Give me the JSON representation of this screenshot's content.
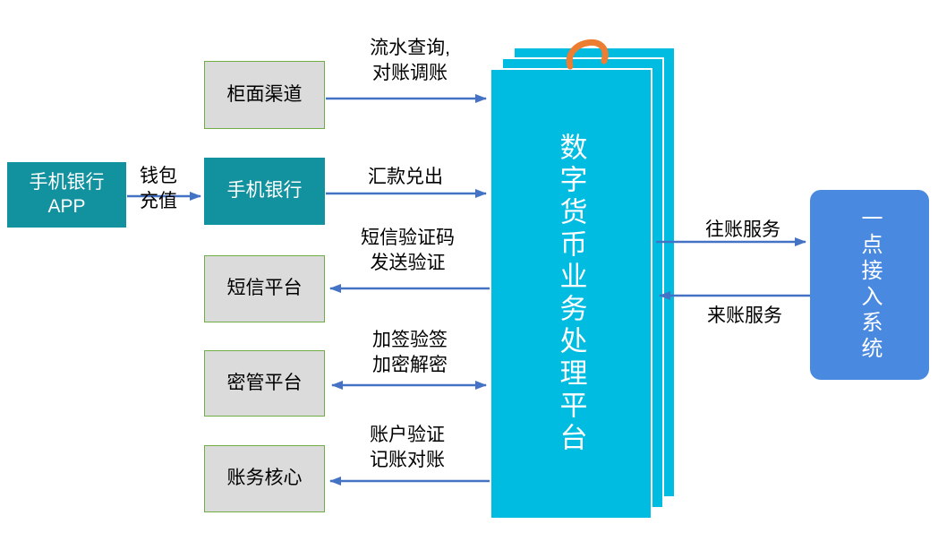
{
  "nodes": {
    "mobile_app": {
      "label": "手机银行\nAPP"
    },
    "counter_channel": {
      "label": "柜面渠道"
    },
    "mobile_banking": {
      "label": "手机银行"
    },
    "sms_platform": {
      "label": "短信平台"
    },
    "key_management": {
      "label": "密管平台"
    },
    "accounting_core": {
      "label": "账务核心"
    },
    "platform": {
      "label": "数字货币业务处理平台"
    },
    "access_system": {
      "label": "一点接入系统"
    }
  },
  "edges": {
    "wallet_topup": {
      "label": "钱包\n充值",
      "from": "mobile_app",
      "to": "mobile_banking",
      "direction": "one-way"
    },
    "flow_query": {
      "label": "流水查询,\n对账调账",
      "from": "counter_channel",
      "to": "platform",
      "direction": "one-way"
    },
    "remittance": {
      "label": "汇款兑出",
      "from": "mobile_banking",
      "to": "platform",
      "direction": "one-way"
    },
    "sms_verify": {
      "label": "短信验证码\n发送验证",
      "from": "platform",
      "to": "sms_platform",
      "direction": "one-way"
    },
    "sign_encrypt": {
      "label": "加签验签\n加密解密",
      "from": "key_management",
      "to": "platform",
      "direction": "two-way"
    },
    "account_verify": {
      "label": "账户验证\n记账对账",
      "from": "platform",
      "to": "accounting_core",
      "direction": "one-way"
    },
    "outgoing": {
      "label": "往账服务",
      "from": "platform",
      "to": "access_system",
      "direction": "one-way"
    },
    "incoming": {
      "label": "来账服务",
      "from": "access_system",
      "to": "platform",
      "direction": "one-way"
    }
  },
  "colors": {
    "teal_box": "#12919E",
    "gray_fill": "#DBDBDB",
    "gray_border": "#70AD47",
    "platform_cyan": "#00BCE0",
    "access_blue": "#4A89E0",
    "arrow_blue": "#4472C4",
    "binder_orange": "#ED7D31"
  }
}
